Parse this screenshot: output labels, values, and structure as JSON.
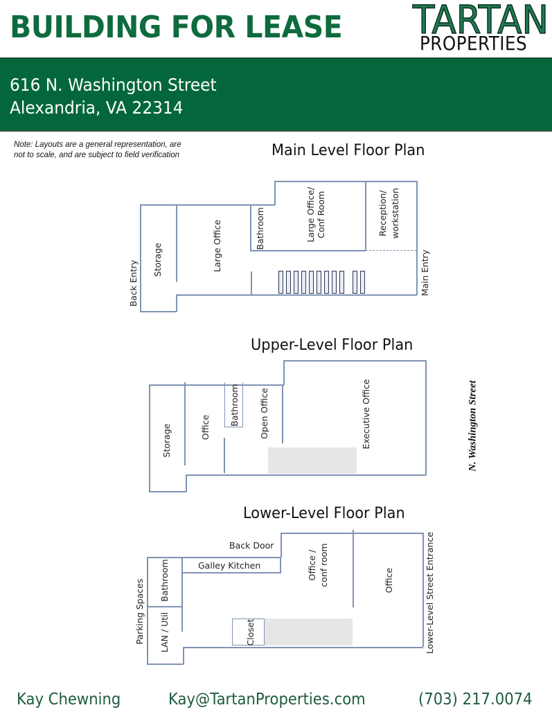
{
  "header": {
    "title": "BUILDING FOR LEASE",
    "logo": {
      "line1": "TARTAN",
      "line2": "PROPERTIES"
    },
    "address_line1": "616 N. Washington Street",
    "address_line2": "Alexandria, VA 22314"
  },
  "colors": {
    "brand_green": "#03673b",
    "title_green": "#0e6b3e",
    "wall_blue": "#7f93b3",
    "footer_green": "#1d5c3e"
  },
  "note": "Note: Layouts are a general representation, are not to scale, and are subject to field verification",
  "street_label": "N. Washington Street",
  "main_level": {
    "title": "Main Level Floor Plan",
    "rooms": {
      "back_entry": "Back Entry",
      "storage": "Storage",
      "large_office": "Large Office",
      "bathroom": "Bathroom",
      "large_office_conf_1": "Large Office/",
      "large_office_conf_2": "Conf Room",
      "reception_1": "Reception/",
      "reception_2": "workstation",
      "main_entry": "Main Entry"
    },
    "stair_count": 11
  },
  "upper_level": {
    "title": "Upper-Level Floor Plan",
    "rooms": {
      "storage": "Storage",
      "office": "Office",
      "bathroom": "Bathroom",
      "open_office": "Open Office",
      "executive_office": "Executive Office"
    }
  },
  "lower_level": {
    "title": "Lower-Level Floor Plan",
    "rooms": {
      "back_door": "Back Door",
      "galley_kitchen": "Galley Kitchen",
      "parking_spaces": "Parking Spaces",
      "bathroom": "Bathroom",
      "lan_util": "LAN / Util",
      "closet": "Closet",
      "office_conf_1": "Office /",
      "office_conf_2": "conf room",
      "office": "Office",
      "street_entrance": "Lower-Level Street Entrance"
    }
  },
  "footer": {
    "name": "Kay Chewning",
    "email": "Kay@TartanProperties.com",
    "phone": "(703) 217.0074"
  }
}
